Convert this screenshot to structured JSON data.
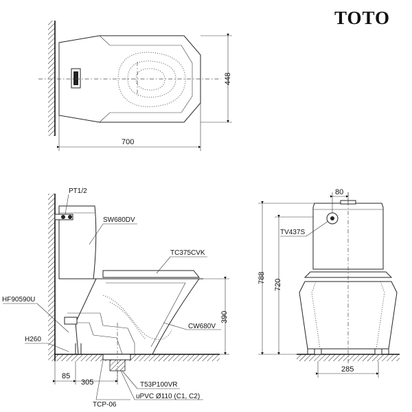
{
  "brand": "TOTO",
  "dimensions": {
    "top_depth": "448",
    "top_length": "700",
    "side_height_rim": "390",
    "side_wall_offset": "85",
    "side_outlet": "305",
    "front_valve_width": "80",
    "front_total_height": "788",
    "front_tank_height": "720",
    "front_base_width": "285"
  },
  "parts": {
    "pt": "PT1/2",
    "tank": "SW680DV",
    "seat": "TC375CVK",
    "hose": "HF90590U",
    "bowl": "CW680V",
    "valve_height": "H260",
    "outlet": "T53P100VR",
    "flange": "TCP-06",
    "pipe": "uPVC Ø110 (C1, C2)",
    "flush_valve": "TV437S"
  }
}
